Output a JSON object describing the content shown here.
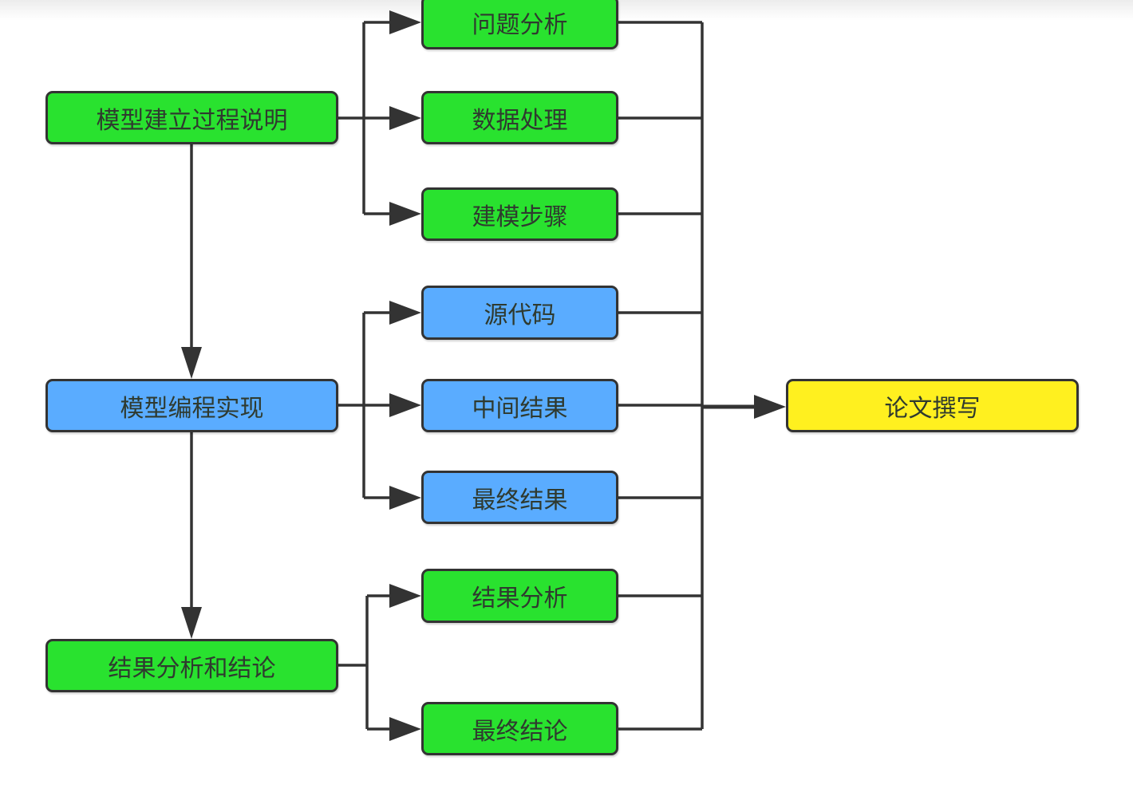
{
  "diagram": {
    "type": "flowchart",
    "colors": {
      "green": "#29e22f",
      "blue": "#5aacff",
      "yellow": "#fff01f",
      "stroke": "#333333"
    },
    "nodes": {
      "model_process": {
        "label": "模型建立过程说明",
        "color": "green"
      },
      "problem_analysis": {
        "label": "问题分析",
        "color": "green"
      },
      "data_processing": {
        "label": "数据处理",
        "color": "green"
      },
      "modeling_steps": {
        "label": "建模步骤",
        "color": "green"
      },
      "model_programming": {
        "label": "模型编程实现",
        "color": "blue"
      },
      "source_code": {
        "label": "源代码",
        "color": "blue"
      },
      "intermediate_results": {
        "label": "中间结果",
        "color": "blue"
      },
      "final_results": {
        "label": "最终结果",
        "color": "blue"
      },
      "results_conclusion": {
        "label": "结果分析和结论",
        "color": "green"
      },
      "result_analysis": {
        "label": "结果分析",
        "color": "green"
      },
      "final_conclusion": {
        "label": "最终结论",
        "color": "green"
      },
      "paper_writing": {
        "label": "论文撰写",
        "color": "yellow"
      }
    },
    "edges": [
      {
        "from": "model_process",
        "to": "problem_analysis"
      },
      {
        "from": "model_process",
        "to": "data_processing"
      },
      {
        "from": "model_process",
        "to": "modeling_steps"
      },
      {
        "from": "model_process",
        "to": "model_programming"
      },
      {
        "from": "model_programming",
        "to": "source_code"
      },
      {
        "from": "model_programming",
        "to": "intermediate_results"
      },
      {
        "from": "model_programming",
        "to": "final_results"
      },
      {
        "from": "model_programming",
        "to": "results_conclusion"
      },
      {
        "from": "results_conclusion",
        "to": "result_analysis"
      },
      {
        "from": "results_conclusion",
        "to": "final_conclusion"
      },
      {
        "from": "problem_analysis",
        "to": "paper_writing"
      },
      {
        "from": "data_processing",
        "to": "paper_writing"
      },
      {
        "from": "modeling_steps",
        "to": "paper_writing"
      },
      {
        "from": "source_code",
        "to": "paper_writing"
      },
      {
        "from": "intermediate_results",
        "to": "paper_writing"
      },
      {
        "from": "final_results",
        "to": "paper_writing"
      },
      {
        "from": "result_analysis",
        "to": "paper_writing"
      },
      {
        "from": "final_conclusion",
        "to": "paper_writing"
      }
    ]
  }
}
